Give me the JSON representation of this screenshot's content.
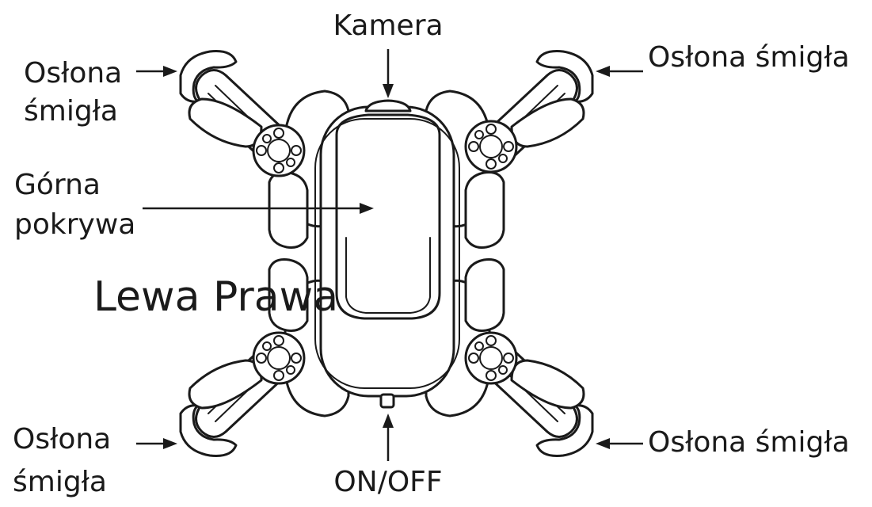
{
  "labels": {
    "camera": "Kamera",
    "guard_top_left_line1": "Osłona",
    "guard_top_left_line2": "śmigła",
    "guard_top_right": "Osłona śmigła",
    "top_cover_line1": "Górna",
    "top_cover_line2": "pokrywa",
    "left_right": "Lewa Prawa",
    "guard_bottom_left_line1": "Osłona",
    "guard_bottom_left_line2": "śmigła",
    "guard_bottom_right": "Osłona śmigła",
    "power": "ON/OFF"
  },
  "colors": {
    "ink": "#1a1a1a",
    "background": "#ffffff"
  }
}
